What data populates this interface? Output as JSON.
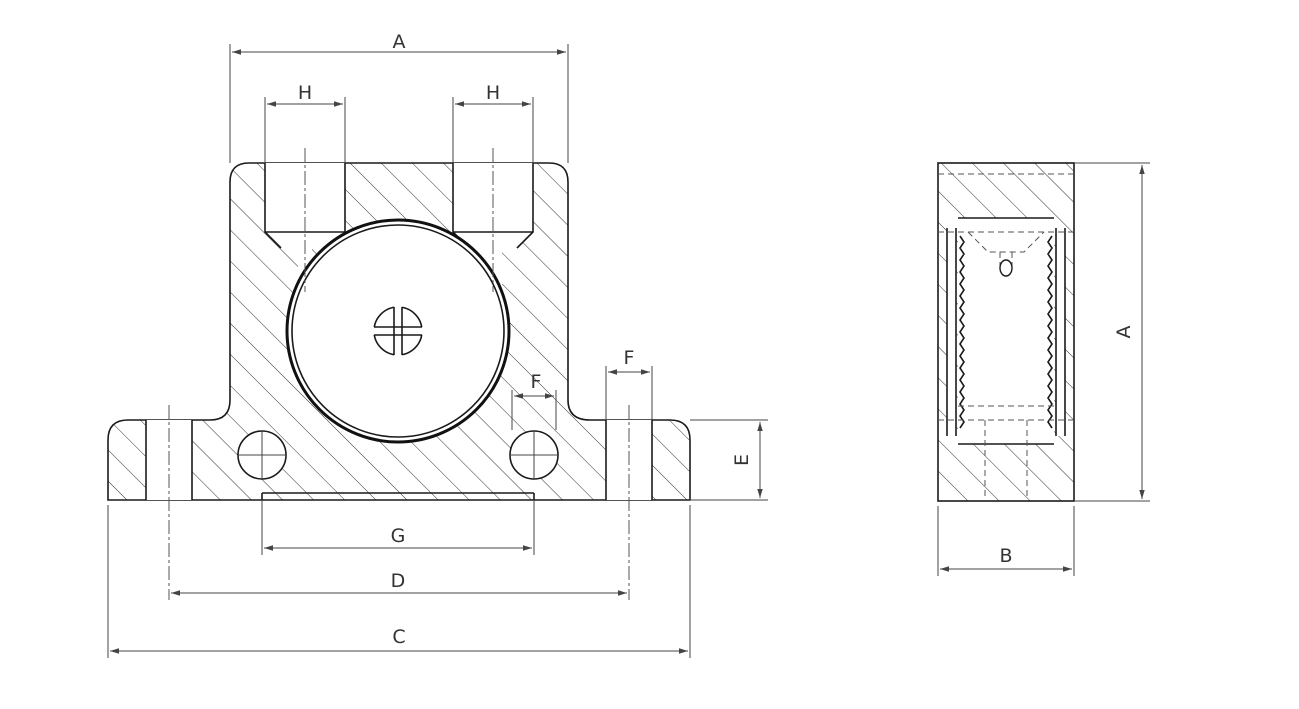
{
  "labels": {
    "front": {
      "A": "A",
      "H1": "H",
      "H2": "H",
      "F1": "F",
      "F2": "F",
      "E": "E",
      "G": "G",
      "D": "D",
      "C": "C"
    },
    "side": {
      "A": "A",
      "B": "B"
    }
  },
  "colors": {
    "line": "#1a1a1a",
    "dimension": "#444444",
    "background": "#ffffff"
  }
}
